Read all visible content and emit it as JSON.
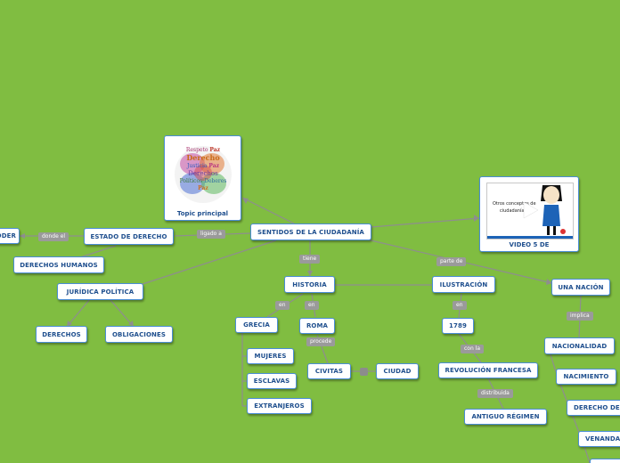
{
  "colors": {
    "background": "#80bd41",
    "node_border": "#4a8ed6",
    "node_text": "#1f4f8e",
    "link_line": "#8e8e8e",
    "label_bg": "#9a9a9a"
  },
  "nodes": {
    "central": "SENTIDOS DE LA CIUDADANÍA",
    "topic_image_caption": "Topic principal",
    "video_caption": "VIDEO 5 DE",
    "video_inner_text_1": "Otros conceptos de",
    "video_inner_text_2": "ciudadanía",
    "poder": "PODER",
    "estado_derecho": "ESTADO DE DERECHO",
    "derechos_humanos": "DERECHOS HUMANOS",
    "juridica_politica": "JURÍDICA POLÍTICA",
    "derechos": "DERECHOS",
    "obligaciones": "OBLIGACIONES",
    "historia": "HISTORIA",
    "grecia": "GRECIA",
    "mujeres": "MUJERES",
    "esclavas": "ESCLAVAS",
    "extranjeros": "EXTRANJEROS",
    "roma": "ROMA",
    "civitas": "CIVITAS",
    "ciudad": "CIUDAD",
    "ilustracion": "ILUSTRACIÓN",
    "anio_1789": "1789",
    "revolucion": "REVOLUCIÓN FRANCESA",
    "antiguo_regimen": "ANTIGUO RÉGIMEN",
    "una_nacion": "UNA NACIÓN",
    "nacionalidad": "NACIONALIDAD",
    "nacimiento": "NACIMIENTO",
    "derecho_de": "DERECHO DE",
    "venanda": "VENANDA"
  },
  "link_labels": {
    "donde_el": "donde el",
    "ligado_a": "ligado a",
    "tiene": "tiene",
    "parte_de": "parte de",
    "en_grecia": "en",
    "en_roma": "en",
    "procede": "procede",
    "en_1789": "en",
    "con_la": "con la",
    "distribuida": "distribuida",
    "implica": "implica"
  },
  "wordcloud_words": [
    "Respeto",
    "Paz",
    "Derecho",
    "Justicia",
    "Paz",
    "Derechos",
    "Políticos",
    "Deberes",
    "Paz"
  ]
}
